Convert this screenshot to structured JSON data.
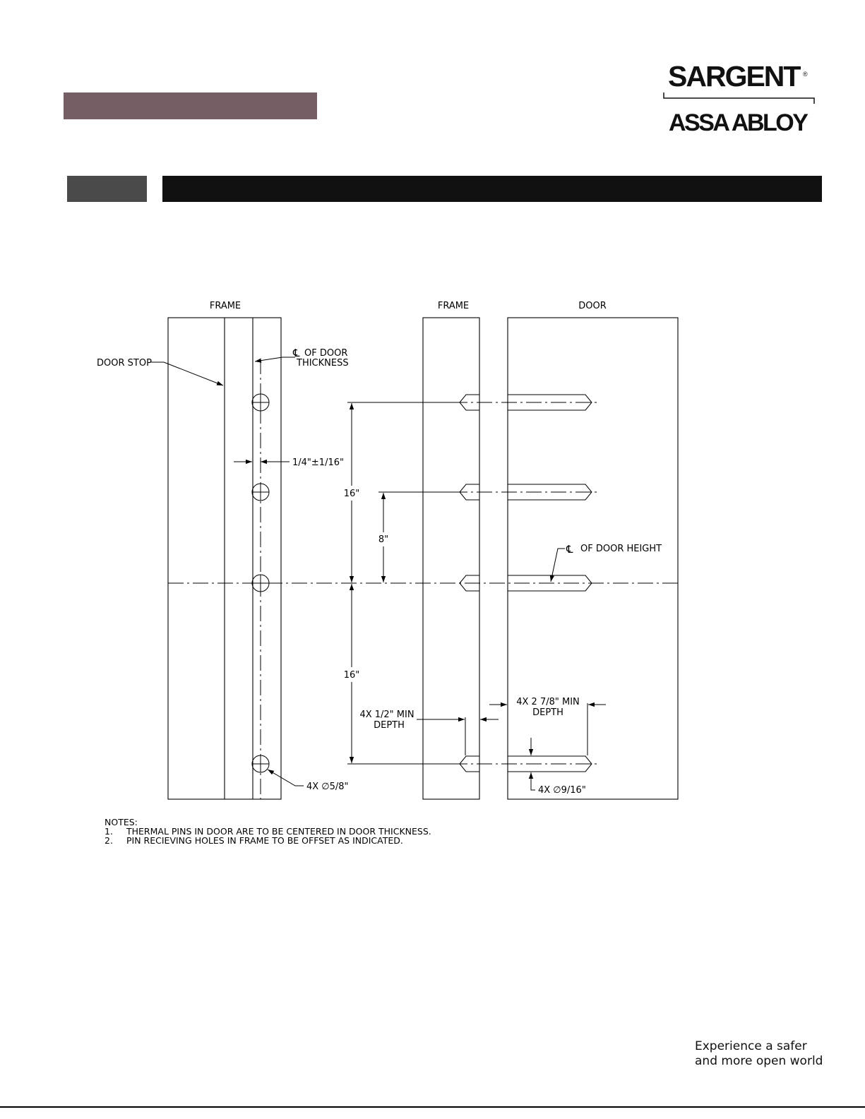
{
  "colors": {
    "brand_bar": "#755e64",
    "section_tab": "#4a4a4a",
    "title_bar": "#111111",
    "line": "#000000"
  },
  "logo": {
    "brand": "SARGENT",
    "registered": "®",
    "parent": "ASSA ABLOY"
  },
  "drawing": {
    "labels": {
      "frame_left": "FRAME",
      "frame_right": "FRAME",
      "door": "DOOR",
      "door_stop": "DOOR STOP",
      "cl_symbol": "℄",
      "cl_thickness_line1": "OF DOOR",
      "cl_thickness_line2": "THICKNESS",
      "offset": "1/4\"±1/16\"",
      "dim_16_upper": "16\"",
      "dim_8": "8\"",
      "dim_16_lower": "16\"",
      "cl_height": "OF DOOR HEIGHT",
      "frame_depth_line1": "4X 1/2\" MIN",
      "frame_depth_line2": "DEPTH",
      "door_depth_line1": "4X 2 7/8\" MIN",
      "door_depth_line2": "DEPTH",
      "hole_dia": "4X ∅5/8\"",
      "pin_dia": "4X ∅9/16\""
    }
  },
  "notes": {
    "heading": "NOTES:",
    "items": [
      {
        "num": "1.",
        "text": "THERMAL PINS IN DOOR ARE TO BE CENTERED IN DOOR THICKNESS."
      },
      {
        "num": "2.",
        "text": "PIN RECIEVING HOLES IN FRAME TO BE OFFSET AS INDICATED."
      }
    ]
  },
  "tagline": {
    "line1": "Experience a safer",
    "line2": "and more open world"
  }
}
